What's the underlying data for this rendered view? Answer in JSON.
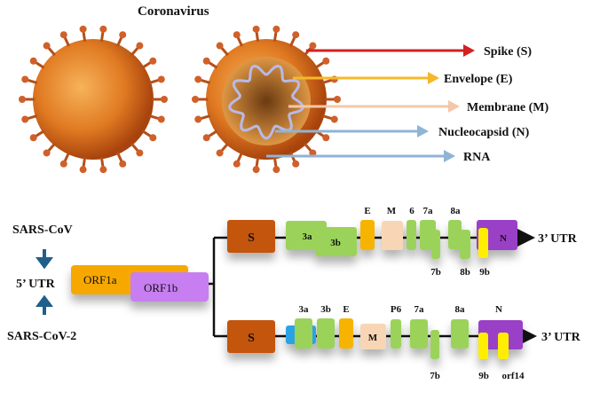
{
  "title": "Coronavirus",
  "structure_labels": [
    {
      "text": "Spike (S)",
      "color": "#d42020"
    },
    {
      "text": "Envelope (E)",
      "color": "#f5b82a"
    },
    {
      "text": "Membrane (M)",
      "color": "#f4c7a8"
    },
    {
      "text": "Nucleocapsid (N)",
      "color": "#8fb4d6"
    },
    {
      "text": "RNA",
      "color": "#8fb4d6"
    }
  ],
  "left": {
    "sars_cov": "SARS-CoV",
    "utr5": "5’ UTR",
    "sars_cov2": "SARS-CoV-2",
    "orf1a": "ORF1a",
    "orf1b": "ORF1b",
    "arrow_color": "#1f5f8b"
  },
  "utr3": "3’ UTR",
  "sars_cov_genes": {
    "S": "S",
    "3a": "3a",
    "3b": "3b",
    "E": "E",
    "M": "M",
    "6": "6",
    "7a": "7a",
    "7b": "7b",
    "8a": "8a",
    "8b": "8b",
    "9b": "9b",
    "N": "N"
  },
  "sars_cov2_genes": {
    "S": "S",
    "3a": "3a",
    "3b": "3b",
    "E": "E",
    "M": "M",
    "P6": "P6",
    "7a": "7a",
    "7b": "7b",
    "8a": "8a",
    "N": "N",
    "9b": "9b",
    "orf14": "orf14"
  },
  "colors": {
    "S": "#c4550f",
    "accessory": "#9bd35a",
    "E": "#f6b400",
    "M": "#f8d6b5",
    "N": "#9a3fc7",
    "orf9b": "#ffee00",
    "orf1a": "#f7a800",
    "orf1b": "#c77ef0",
    "blue_segment": "#2aa3e6"
  }
}
